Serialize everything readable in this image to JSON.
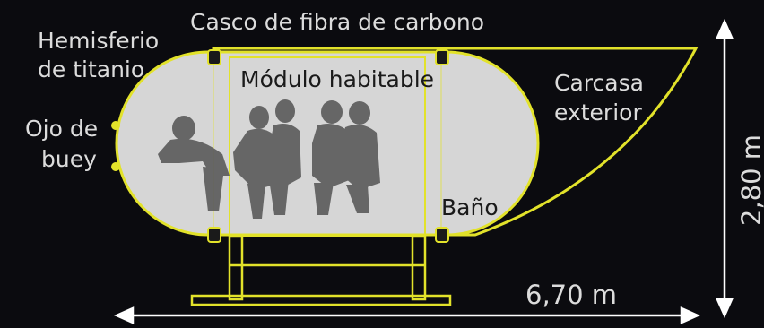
{
  "colors": {
    "background": "#0b0b0f",
    "outline": "#e2e22a",
    "hull_fill": "#d6d6d6",
    "silhouette": "#5a5a5a",
    "label": "#dcdcdc",
    "arrow": "#ffffff"
  },
  "labels": {
    "casco": "Casco de fibra de carbono",
    "hemisferio_1": "Hemisferio",
    "hemisferio_2": "de titanio",
    "modulo": "Módulo habitable",
    "carcasa_1": "Carcasa",
    "carcasa_2": "exterior",
    "ojo_1": "Ojo de",
    "ojo_2": "buey",
    "bano": "Baño",
    "length": "6,70 m",
    "height": "2,80 m"
  }
}
